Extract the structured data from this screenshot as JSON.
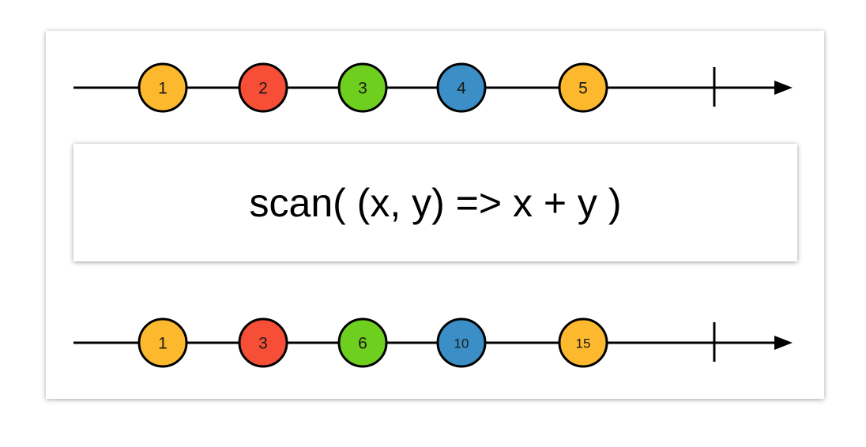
{
  "diagram": {
    "operator_label": "scan( (x, y) => x + y )",
    "input_stream": {
      "marbles": [
        {
          "label": "1",
          "color": "#FDB92E"
        },
        {
          "label": "2",
          "color": "#F74E37"
        },
        {
          "label": "3",
          "color": "#6FCF1F"
        },
        {
          "label": "4",
          "color": "#3B8FC6"
        },
        {
          "label": "5",
          "color": "#FDB92E"
        }
      ],
      "completes": true
    },
    "output_stream": {
      "marbles": [
        {
          "label": "1",
          "color": "#FDB92E"
        },
        {
          "label": "3",
          "color": "#F74E37"
        },
        {
          "label": "6",
          "color": "#6FCF1F"
        },
        {
          "label": "10",
          "color": "#3B8FC6"
        },
        {
          "label": "15",
          "color": "#FDB92E"
        }
      ],
      "completes": true
    },
    "line_color": "#000000"
  }
}
